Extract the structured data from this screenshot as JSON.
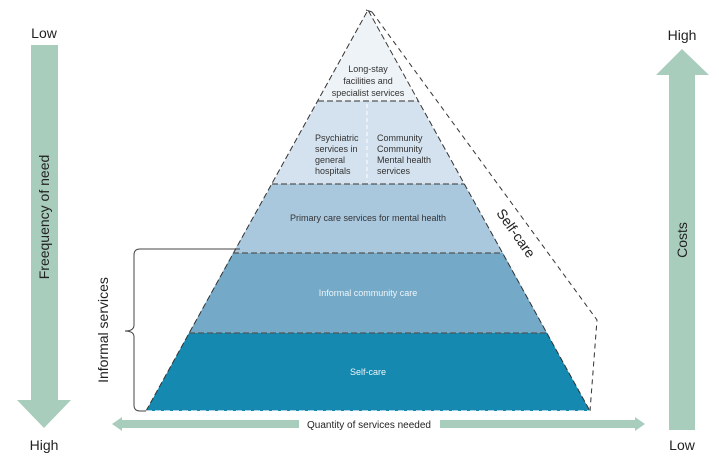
{
  "pyramid": {
    "levels": [
      {
        "lines": [
          "Long-stay",
          "facilities and",
          "specialist services"
        ],
        "color": "#eef3f7"
      },
      {
        "left_lines": [
          "Psychiatric",
          "services in",
          "general",
          "hospitals"
        ],
        "right_lines": [
          "Community",
          "Community",
          "Mental health",
          "services"
        ],
        "color": "#d3e2ee"
      },
      {
        "label": "Primary care services for mental health",
        "color": "#a9c8de"
      },
      {
        "label": "Informal community care",
        "color": "#74a9c8"
      },
      {
        "label": "Self-care",
        "color": "#1589b0"
      }
    ],
    "side_label": "Self-care"
  },
  "bracket_label": "Informal services",
  "left_axis": {
    "top": "Low",
    "bottom": "High",
    "label": "Freequency of need"
  },
  "right_axis": {
    "top": "High",
    "bottom": "Low",
    "label": "Costs"
  },
  "bottom_axis": {
    "label": "Quantity of services needed"
  },
  "arrow_color": "#a9cdbd"
}
